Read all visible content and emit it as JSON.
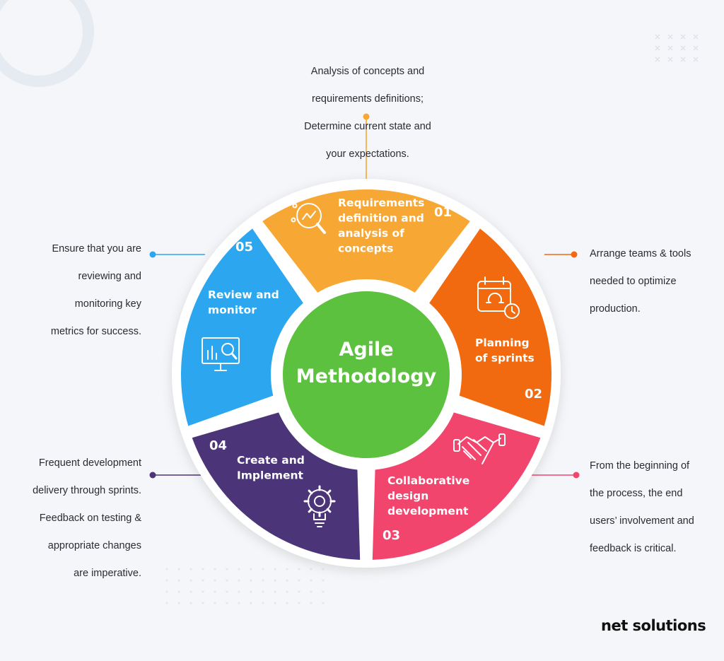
{
  "brand": "net solutions",
  "center": {
    "title_line1": "Agile",
    "title_line2": "Methodology",
    "color": "#5cc13e"
  },
  "segments": [
    {
      "number": "01",
      "label_lines": [
        "Requirements",
        "definition and",
        "analysis of",
        "concepts"
      ],
      "color": "#f7a734",
      "icon": "analysis-magnifier-icon",
      "note_lines": [
        "Analysis of concepts and",
        "requirements definitions;",
        "Determine current state and",
        "your expectations."
      ]
    },
    {
      "number": "02",
      "label_lines": [
        "Planning",
        "of sprints"
      ],
      "color": "#f26a0f",
      "icon": "calendar-clock-icon",
      "note_lines": [
        "Arrange teams & tools",
        "needed to optimize",
        "production."
      ]
    },
    {
      "number": "03",
      "label_lines": [
        "Collaborative",
        "design",
        "development"
      ],
      "color": "#f2456e",
      "icon": "handshake-icon",
      "note_lines": [
        "From the beginning of",
        "the process, the end",
        "users’ involvement and",
        "feedback is critical."
      ]
    },
    {
      "number": "04",
      "label_lines": [
        "Create and",
        "Implement"
      ],
      "color": "#4b3478",
      "icon": "lightbulb-gear-icon",
      "note_lines": [
        "Frequent development",
        "delivery through sprints.",
        "Feedback on testing &",
        "appropriate changes",
        "are imperative."
      ]
    },
    {
      "number": "05",
      "label_lines": [
        "Review and",
        "monitor"
      ],
      "color": "#2ca7ef",
      "icon": "monitor-chart-icon",
      "note_lines": [
        "Ensure that you are",
        "reviewing and",
        "monitoring key",
        "metrics for success."
      ]
    }
  ]
}
